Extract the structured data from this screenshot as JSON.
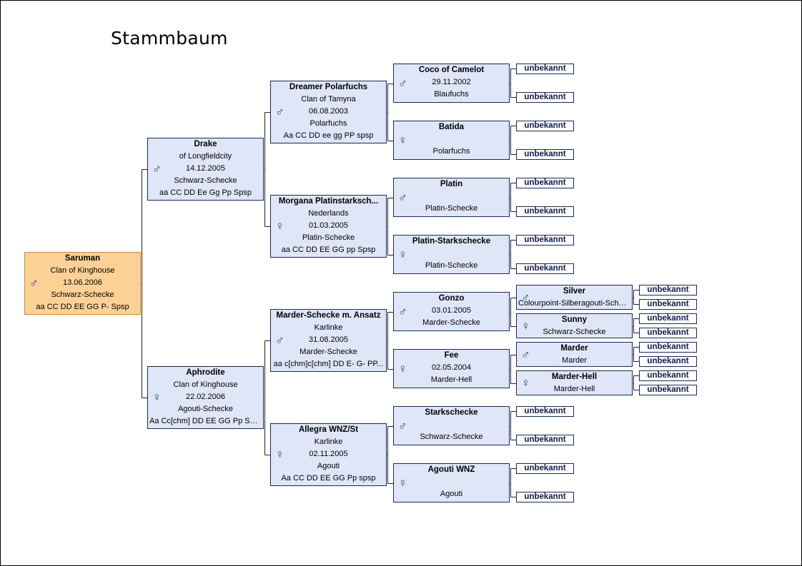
{
  "title": "Stammbaum",
  "persons": {
    "saruman": {
      "name": "Saruman",
      "sex": "♂",
      "lines": [
        "Clan of Kinghouse",
        "13.06.2006",
        "Schwarz-Schecke",
        "aa CC DD EE GG P- Spsp"
      ]
    },
    "drake": {
      "name": "Drake",
      "sex": "♂",
      "lines": [
        "of Longfieldcity",
        "14.12.2005",
        "Schwarz-Schecke",
        "aa CC DD Ee Gg Pp Spsp"
      ]
    },
    "aphrodite": {
      "name": "Aphrodite",
      "sex": "♀",
      "lines": [
        "Clan of Kinghouse",
        "22.02.2006",
        "Agouti-Schecke",
        "Aa Cc[chm] DD EE GG Pp Spsp"
      ]
    },
    "dreamer": {
      "name": "Dreamer Polarfuchs",
      "sex": "♂",
      "lines": [
        "Clan of Tamyna",
        "06.08.2003",
        "Polarfuchs",
        "Aa CC DD ee gg PP spsp"
      ]
    },
    "morgana": {
      "name": "Morgana Platinstarksch...",
      "sex": "♀",
      "lines": [
        "Nederlands",
        "01.03.2005",
        "Platin-Schecke",
        "aa CC DD EE GG pp Spsp"
      ]
    },
    "marder_schecke": {
      "name": "Marder-Schecke m. Ansatz",
      "sex": "♂",
      "lines": [
        "Karlinke",
        "31.08.2005",
        "Marder-Schecke",
        "aa c[chm]c[chm] DD E- G- PP..."
      ]
    },
    "allegra": {
      "name": "Allegra WNZ/St",
      "sex": "♀",
      "lines": [
        "Karlinke",
        "02.11.2005",
        "Agouti",
        "Aa CC DD EE GG Pp spsp"
      ]
    },
    "coco": {
      "name": "Coco of Camelot",
      "sex": "♂",
      "lines": [
        "29.11.2002",
        "Blaufuchs"
      ]
    },
    "batida": {
      "name": "Batida",
      "sex": "♀",
      "lines": [
        "",
        "Polarfuchs"
      ]
    },
    "platin": {
      "name": "Platin",
      "sex": "♂",
      "lines": [
        "",
        "Platin-Schecke"
      ]
    },
    "platin_stark": {
      "name": "Platin-Starkschecke",
      "sex": "♀",
      "lines": [
        "",
        "Platin-Schecke"
      ]
    },
    "gonzo": {
      "name": "Gonzo",
      "sex": "♂",
      "lines": [
        "03.01.2005",
        "Marder-Schecke"
      ]
    },
    "fee": {
      "name": "Fee",
      "sex": "♀",
      "lines": [
        "02.05.2004",
        "Marder-Hell"
      ]
    },
    "starkschecke": {
      "name": "Starkschecke",
      "sex": "♂",
      "lines": [
        "",
        "Schwarz-Schecke"
      ]
    },
    "agouti_wnz": {
      "name": "Agouti WNZ",
      "sex": "♀",
      "lines": [
        "",
        "Agouti"
      ]
    },
    "silver": {
      "name": "Silver",
      "sex": "♂",
      "lines": [
        "Colourpoint-Silberagouti-Schecke"
      ]
    },
    "sunny": {
      "name": "Sunny",
      "sex": "♀",
      "lines": [
        "Schwarz-Schecke"
      ]
    },
    "marder": {
      "name": "Marder",
      "sex": "♂",
      "lines": [
        "Marder"
      ]
    },
    "marder_hell": {
      "name": "Marder-Hell",
      "sex": "♀",
      "lines": [
        "Marder-Hell"
      ]
    }
  },
  "unknown_label": "unbekannt"
}
